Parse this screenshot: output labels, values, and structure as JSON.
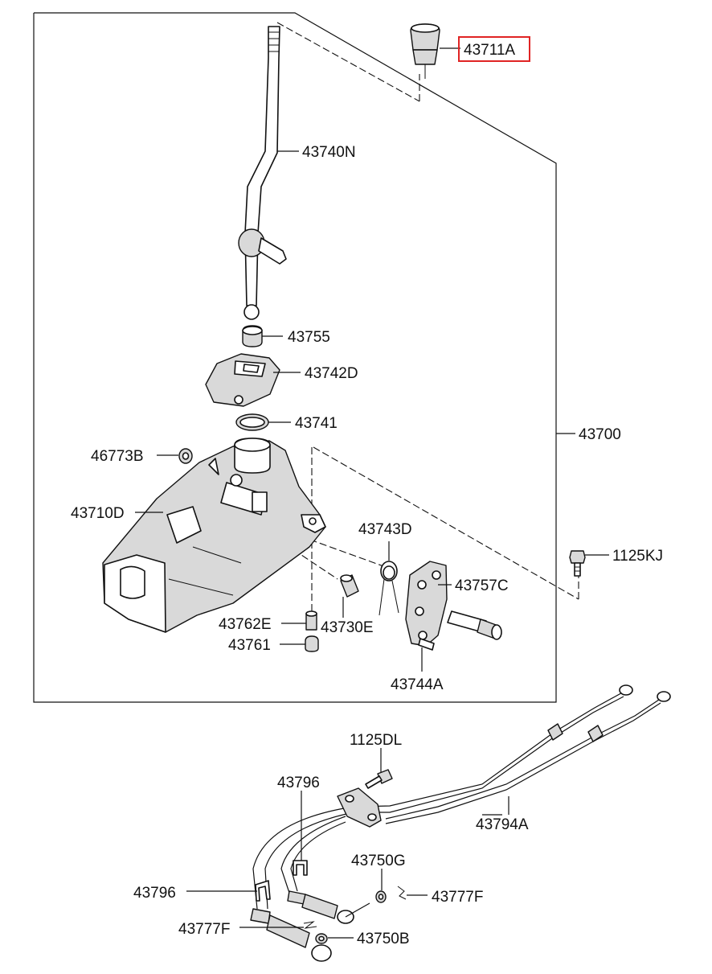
{
  "highlight_color": "#e02424",
  "labels": {
    "p43711A": "43711A",
    "p43740N": "43740N",
    "p43755": "43755",
    "p43742D": "43742D",
    "p43741": "43741",
    "p43700": "43700",
    "p46773B": "46773B",
    "p43710D": "43710D",
    "p43743D": "43743D",
    "p1125KJ": "1125KJ",
    "p43757C": "43757C",
    "p43762E": "43762E",
    "p43730E": "43730E",
    "p43761": "43761",
    "p43744A": "43744A",
    "p1125DL": "1125DL",
    "p43796_top": "43796",
    "p43794A": "43794A",
    "p43750G": "43750G",
    "p43796_left": "43796",
    "p43777F_right": "43777F",
    "p43777F_left": "43777F",
    "p43750B": "43750B"
  }
}
